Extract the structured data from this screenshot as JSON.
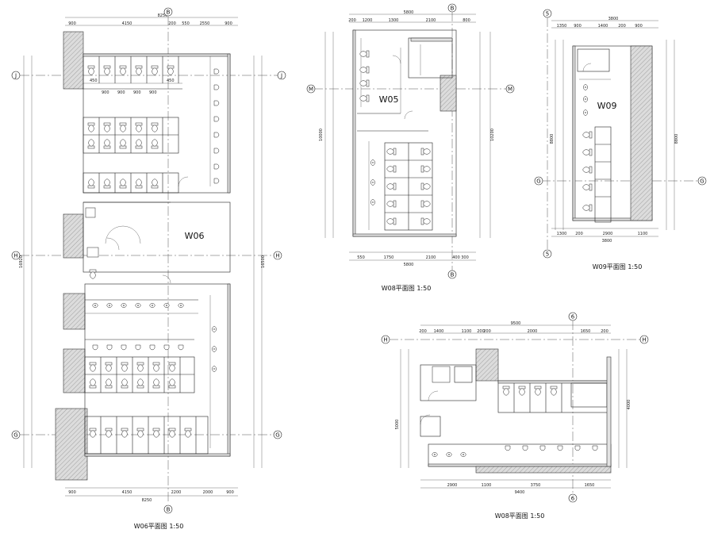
{
  "plans": [
    {
      "id": "W06",
      "room_label": "W06",
      "title": "W06平面图 1:50",
      "top_dims": [
        "900",
        "4150",
        "200",
        "550",
        "2550",
        "900"
      ],
      "top_total": "8250",
      "bottom_dims": [
        "900",
        "4150",
        "2200",
        "2000",
        "900"
      ],
      "bottom_total": "8250",
      "left_total": "16920",
      "right_total": "16500",
      "grid_top": "B",
      "grid_bottom": "B",
      "grid_rows": [
        "J",
        "H",
        "G"
      ],
      "stall_dims": [
        "450",
        "900",
        "900",
        "900",
        "900",
        "450"
      ]
    },
    {
      "id": "W05",
      "room_label": "W05",
      "title": "W08平面图 1:50",
      "top_dims": [
        "200",
        "1200",
        "1300",
        "2100",
        "800"
      ],
      "top_total": "5800",
      "bottom_dims": [
        "550",
        "1750",
        "2100",
        "400",
        "300"
      ],
      "bottom_total": "5800",
      "left_total": "10000",
      "right_total": "10200",
      "grid_top": "B",
      "grid_bottom": "B",
      "grid_rows": [
        "M"
      ]
    },
    {
      "id": "W09",
      "room_label": "W09",
      "title": "W09平面图 1:50",
      "top_dims": [
        "1350",
        "900",
        "1400",
        "200",
        "900"
      ],
      "top_total": "3800",
      "bottom_dims": [
        "1300",
        "200",
        "2900",
        "1100"
      ],
      "bottom_total": "3800",
      "left_total": "8800",
      "right_total": "8800",
      "grid_top": "5",
      "grid_bottom": "5",
      "grid_rows": [
        "G"
      ]
    },
    {
      "id": "W08",
      "room_label": "",
      "title": "W08平面图 1:50",
      "top_dims": [
        "200",
        "1400",
        "1100",
        "200",
        "200",
        "2000",
        "1650",
        "200"
      ],
      "top_total": "9500",
      "bottom_dims": [
        "2900",
        "1100",
        "3750",
        "1650"
      ],
      "bottom_total": "9400",
      "left_total": "5000",
      "right_total": "4000",
      "grid_top": "6",
      "grid_bottom": "6",
      "grid_rows": [
        "H"
      ]
    }
  ]
}
